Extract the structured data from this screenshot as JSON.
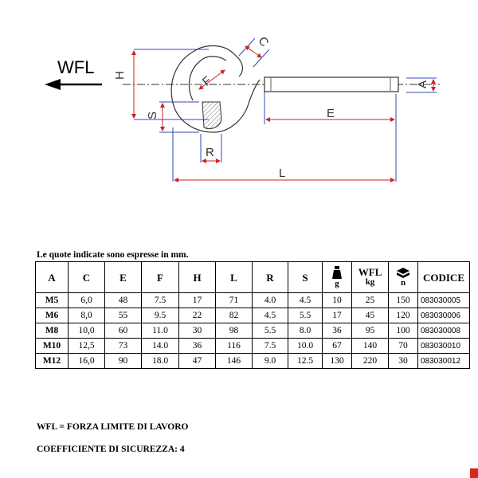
{
  "drawing": {
    "load_label": "WFL",
    "dim_labels": {
      "h": "H",
      "c": "C",
      "f": "F",
      "a": "A",
      "s": "S",
      "e": "E",
      "r": "R",
      "l": "L"
    },
    "dim_color": "#cc2222",
    "frame_color": "#3344bb"
  },
  "note": "Le quote indicate sono espresse in mm.",
  "table": {
    "headers": {
      "a": "A",
      "c": "C",
      "e": "E",
      "f": "F",
      "h": "H",
      "l": "L",
      "r": "R",
      "s": "S",
      "weight_unit": "g",
      "wfl": "WFL",
      "wfl_unit": "kg",
      "qty_unit": "n",
      "codice": "CODICE"
    },
    "header_icons": [
      "weight-icon",
      "box-icon"
    ],
    "rows": [
      {
        "a": "M5",
        "c": "6,0",
        "e": "48",
        "f": "7.5",
        "h": "17",
        "l": "71",
        "r": "4.0",
        "s": "4.5",
        "g": "10",
        "wfl": "25",
        "n": "150",
        "codice": "083030005"
      },
      {
        "a": "M6",
        "c": "8,0",
        "e": "55",
        "f": "9.5",
        "h": "22",
        "l": "82",
        "r": "4.5",
        "s": "5.5",
        "g": "17",
        "wfl": "45",
        "n": "120",
        "codice": "083030006"
      },
      {
        "a": "M8",
        "c": "10,0",
        "e": "60",
        "f": "11.0",
        "h": "30",
        "l": "98",
        "r": "5.5",
        "s": "8.0",
        "g": "36",
        "wfl": "95",
        "n": "100",
        "codice": "083030008"
      },
      {
        "a": "M10",
        "c": "12,5",
        "e": "73",
        "f": "14.0",
        "h": "36",
        "l": "116",
        "r": "7.5",
        "s": "10.0",
        "g": "67",
        "wfl": "140",
        "n": "70",
        "codice": "083030010"
      },
      {
        "a": "M12",
        "c": "16,0",
        "e": "90",
        "f": "18.0",
        "h": "47",
        "l": "146",
        "r": "9.0",
        "s": "12.5",
        "g": "130",
        "wfl": "220",
        "n": "30",
        "codice": "083030012"
      }
    ]
  },
  "footer": {
    "wfl_def": "WFL = FORZA LIMITE DI  LAVORO",
    "safety": "COEFFICIENTE DI SICUREZZA: 4"
  }
}
